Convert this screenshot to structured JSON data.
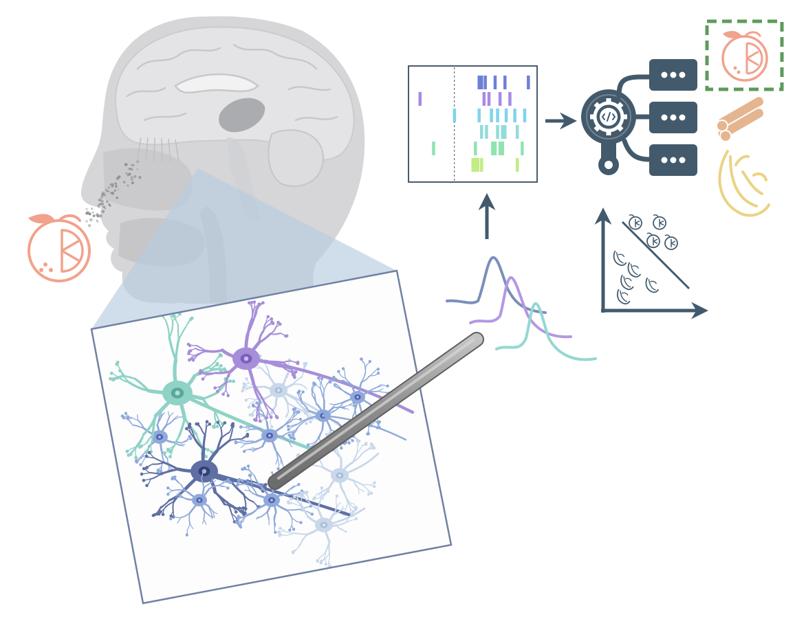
{
  "colors": {
    "background": "#ffffff",
    "head_fill": "#d4d4d6",
    "brain_fill": "#e3e3e5",
    "projection_fill": "#b7cde0",
    "panel_border": "#6f82a4",
    "raster_border": "#4a5a6e",
    "arrow": "#425a6d",
    "classifier": "#435a6c",
    "orange": "#f1a28c",
    "cinnamon": "#e5b58f",
    "banana": "#ead384",
    "selection_box": "#5f9a5a",
    "electrode": "#9c9c9c",
    "neuron_purple": "#a68ed8",
    "neuron_teal": "#8ed3c5",
    "neuron_blue": "#8fa9da",
    "neuron_navy": "#5f6fa3",
    "neuron_light": "#c8d8ea"
  },
  "icons": [
    "head-sagittal-icon",
    "brain-icon",
    "orange-stimulus-icon",
    "odor-particles-icon",
    "neuron-network-icon",
    "electrode-icon",
    "spike-waveform-icon",
    "spike-raster-icon",
    "classifier-magnifier-icon",
    "server-output-icon",
    "orange-icon",
    "cinnamon-icon",
    "banana-icon",
    "scatter-classification-icon"
  ],
  "raster": {
    "rows": [
      {
        "color": "#6f7fd8",
        "spikes": [
          0.55,
          0.57,
          0.6,
          0.68,
          0.76,
          0.95
        ]
      },
      {
        "color": "#a88ae4",
        "spikes": [
          0.07,
          0.59,
          0.63,
          0.72,
          0.8
        ]
      },
      {
        "color": "#7fd4ec",
        "spikes": [
          0.35,
          0.55,
          0.65,
          0.7,
          0.77,
          0.84,
          0.92
        ]
      },
      {
        "color": "#92dcd8",
        "spikes": [
          0.57,
          0.61,
          0.7,
          0.74,
          0.76,
          0.86
        ]
      },
      {
        "color": "#8fe4b0",
        "spikes": [
          0.18,
          0.52,
          0.66,
          0.68,
          0.72,
          0.74,
          0.9
        ]
      },
      {
        "color": "#c2ec84",
        "spikes": [
          0.5,
          0.52,
          0.54,
          0.57,
          0.86
        ]
      }
    ],
    "onset": 0.35
  },
  "waveforms": [
    {
      "color": "#7a90ba"
    },
    {
      "color": "#b497e4"
    },
    {
      "color": "#93d8d2"
    }
  ],
  "scatter": {
    "oranges": [
      [
        0.3,
        0.14
      ],
      [
        0.57,
        0.14
      ],
      [
        0.5,
        0.33
      ],
      [
        0.7,
        0.35
      ]
    ],
    "bananas": [
      [
        0.12,
        0.5
      ],
      [
        0.28,
        0.62
      ],
      [
        0.2,
        0.75
      ],
      [
        0.48,
        0.78
      ],
      [
        0.16,
        0.9
      ]
    ]
  }
}
